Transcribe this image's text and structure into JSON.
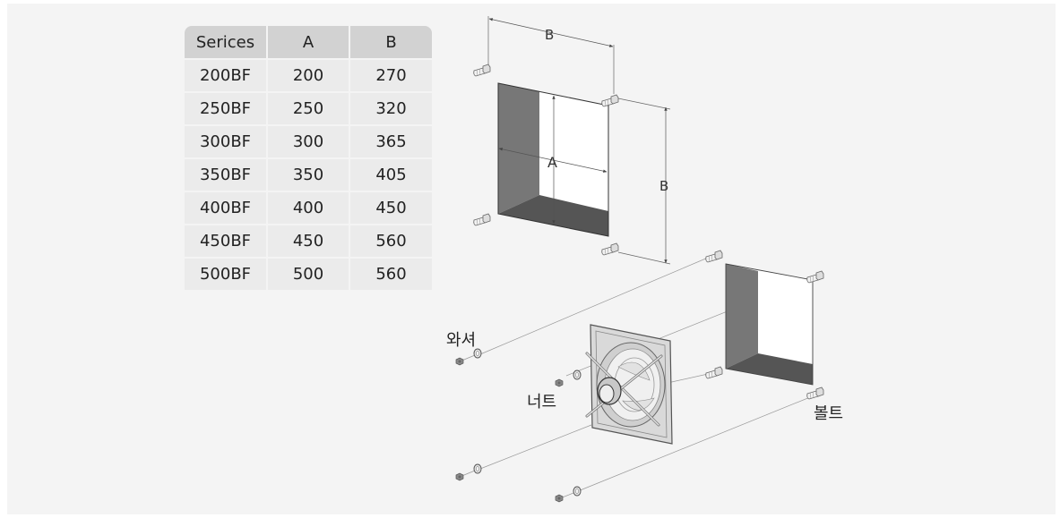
{
  "table": {
    "headers": [
      "Serices",
      "A",
      "B"
    ],
    "rows": [
      [
        "200BF",
        "200",
        "270"
      ],
      [
        "250BF",
        "250",
        "320"
      ],
      [
        "300BF",
        "300",
        "365"
      ],
      [
        "350BF",
        "350",
        "405"
      ],
      [
        "400BF",
        "400",
        "450"
      ],
      [
        "450BF",
        "450",
        "560"
      ],
      [
        "500BF",
        "500",
        "560"
      ]
    ]
  },
  "diagram": {
    "dim_top_b": "B",
    "dim_side_b": "B",
    "dim_a": "A",
    "label_washer": "와셔",
    "label_nut": "너트",
    "label_bolt": "볼트"
  },
  "colors": {
    "background": "#f4f4f4",
    "header_fill": "#d2d2d2",
    "cell_fill": "#ebebeb",
    "frame_dark": "#5a5a5a",
    "frame_mid": "#7a7a7a"
  }
}
